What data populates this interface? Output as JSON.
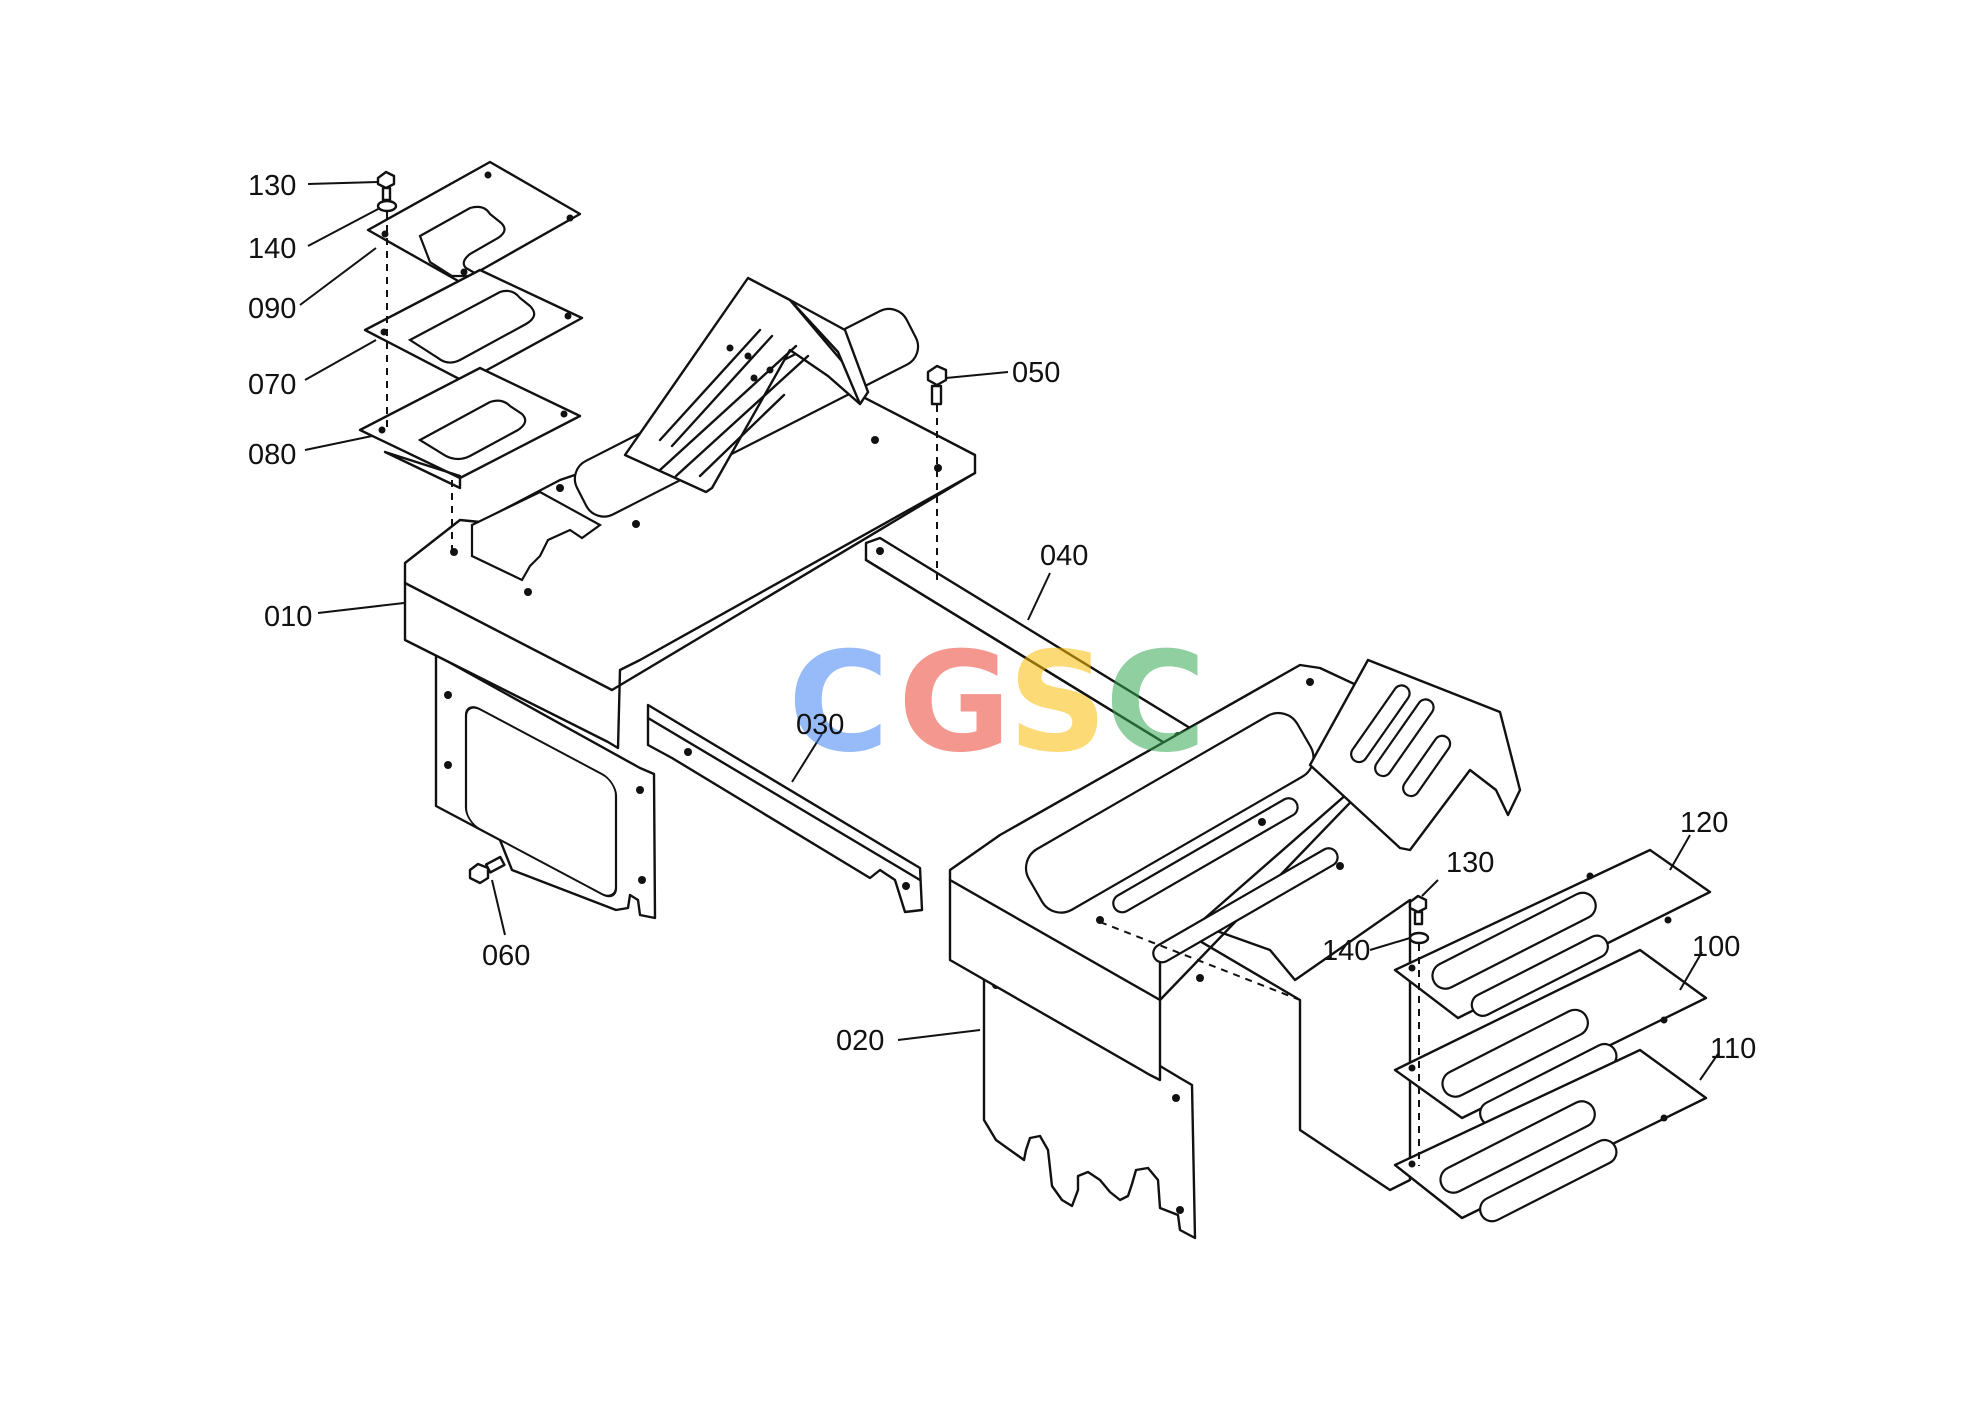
{
  "labels": {
    "p010": "010",
    "p020": "020",
    "p030": "030",
    "p040": "040",
    "p050": "050",
    "p060": "060",
    "p070": "070",
    "p080": "080",
    "p090": "090",
    "p100": "100",
    "p110": "110",
    "p120": "120",
    "p130a": "130",
    "p140a": "140",
    "p130b": "130",
    "p140b": "140"
  },
  "watermark": {
    "letters": [
      "C",
      "G",
      "S",
      "C"
    ],
    "colors": [
      "#4285F4",
      "#EA4335",
      "#FBBC05",
      "#34A853"
    ]
  }
}
